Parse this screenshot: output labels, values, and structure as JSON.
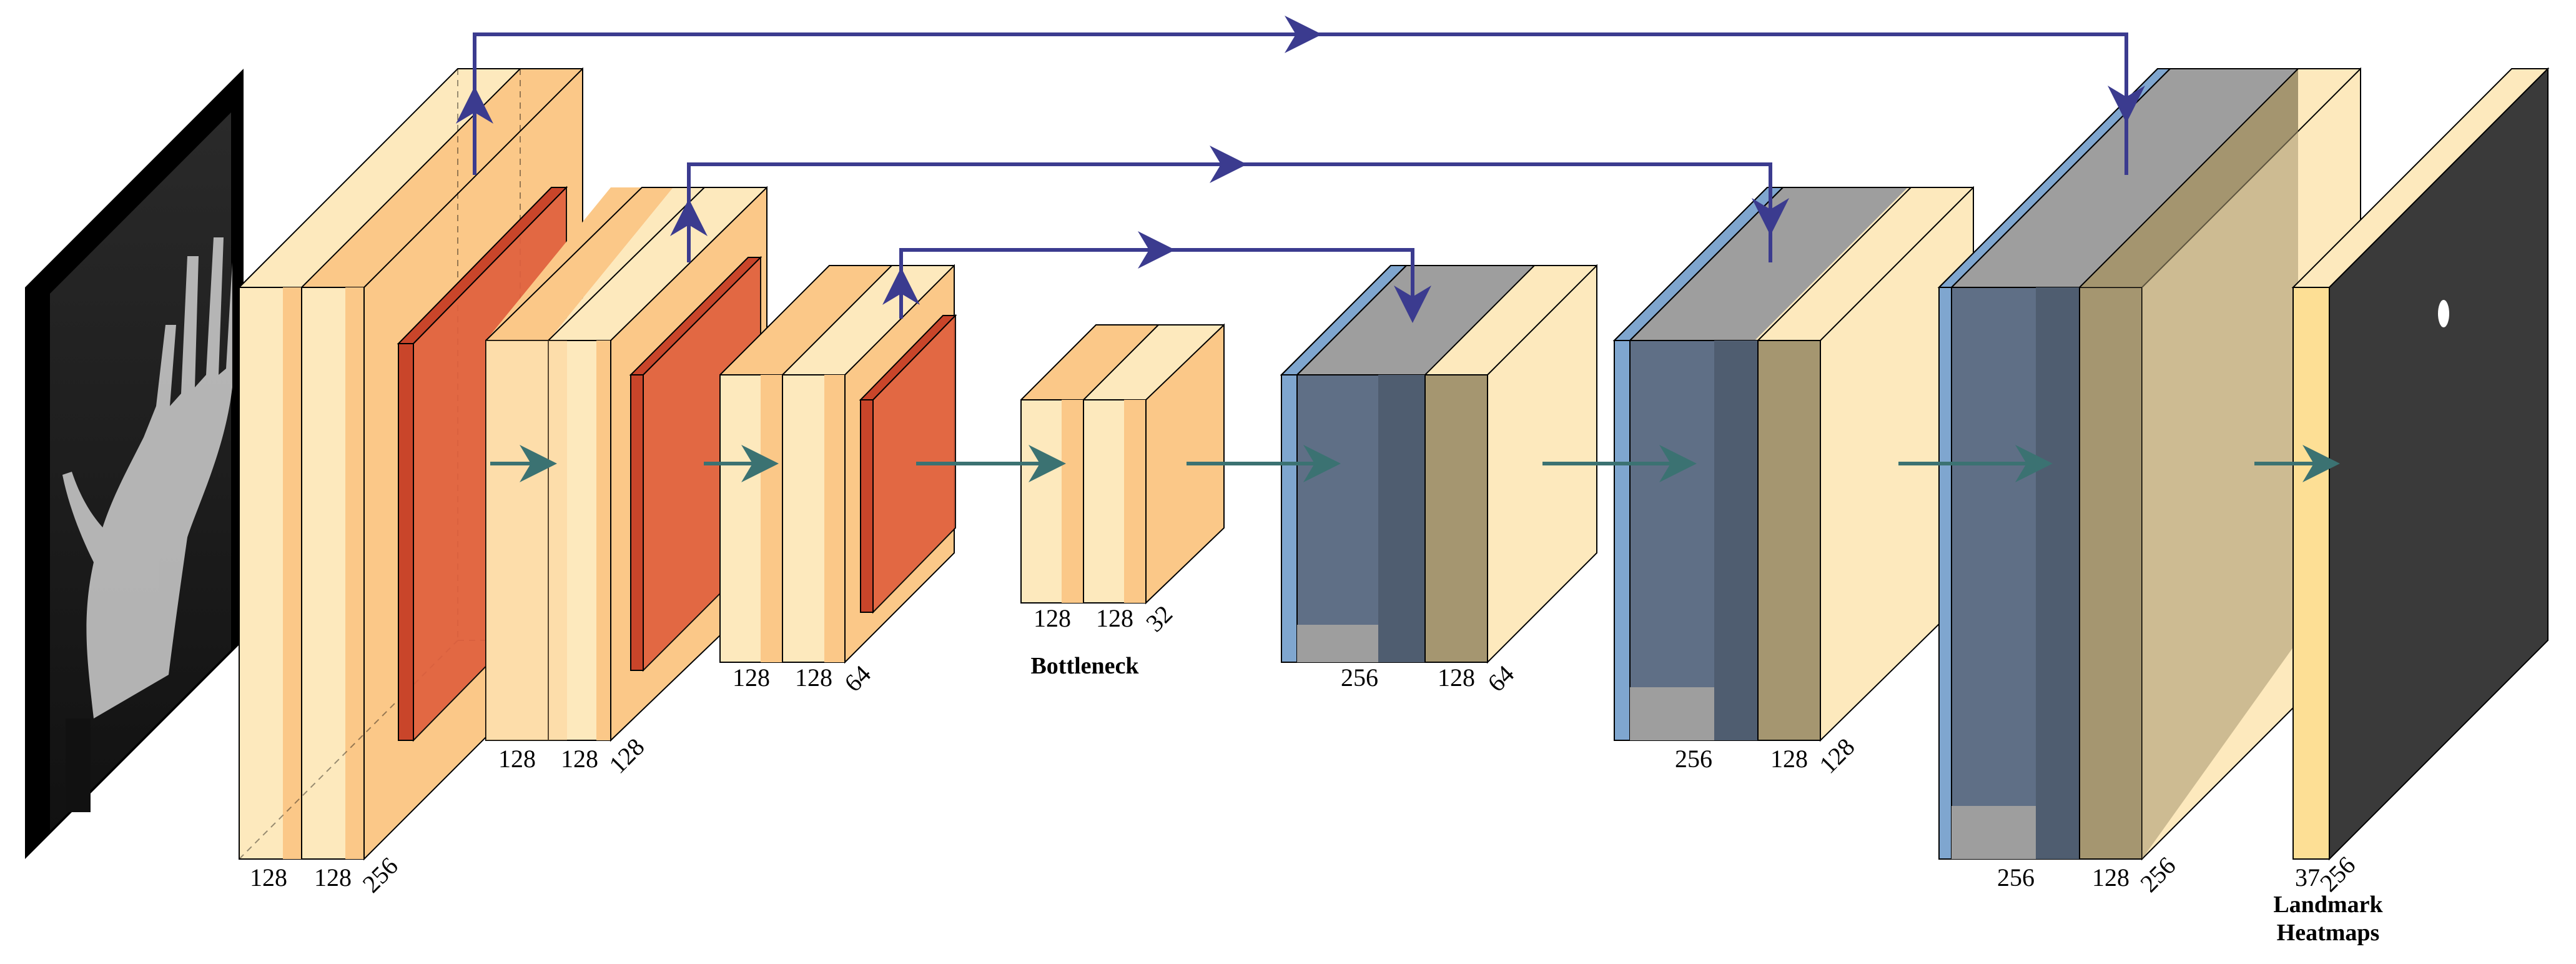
{
  "diagram": {
    "labels": {
      "bottleneck": "Bottleneck",
      "output_line1": "Landmark",
      "output_line2": "Heatmaps"
    },
    "encoder": {
      "stage1": {
        "d1": "128",
        "d2": "128",
        "d3": "256"
      },
      "stage2": {
        "d1": "128",
        "d2": "128",
        "d3": "128"
      },
      "stage3": {
        "d1": "128",
        "d2": "128",
        "d3": "64"
      },
      "bottleneck": {
        "d1": "128",
        "d2": "128",
        "d3": "32"
      }
    },
    "decoder": {
      "stage1": {
        "d1": "256",
        "d2": "128",
        "d3": "64"
      },
      "stage2": {
        "d1": "256",
        "d2": "128",
        "d3": "128"
      },
      "stage3": {
        "d1": "256",
        "d2": "128",
        "d3": "256"
      }
    },
    "output": {
      "channels": "37",
      "size": "256"
    },
    "colors": {
      "conv_light": "#fde9bd",
      "conv_mid": "#fbc888",
      "pool_red": "#e0603e",
      "unpool_blue": "#7fa6cf",
      "concat_gray": "#9e9e9e",
      "skip_arrow": "#3b3b8f",
      "flow_arrow": "#3b7272",
      "heatmap_bg": "#3a3a3a"
    }
  }
}
